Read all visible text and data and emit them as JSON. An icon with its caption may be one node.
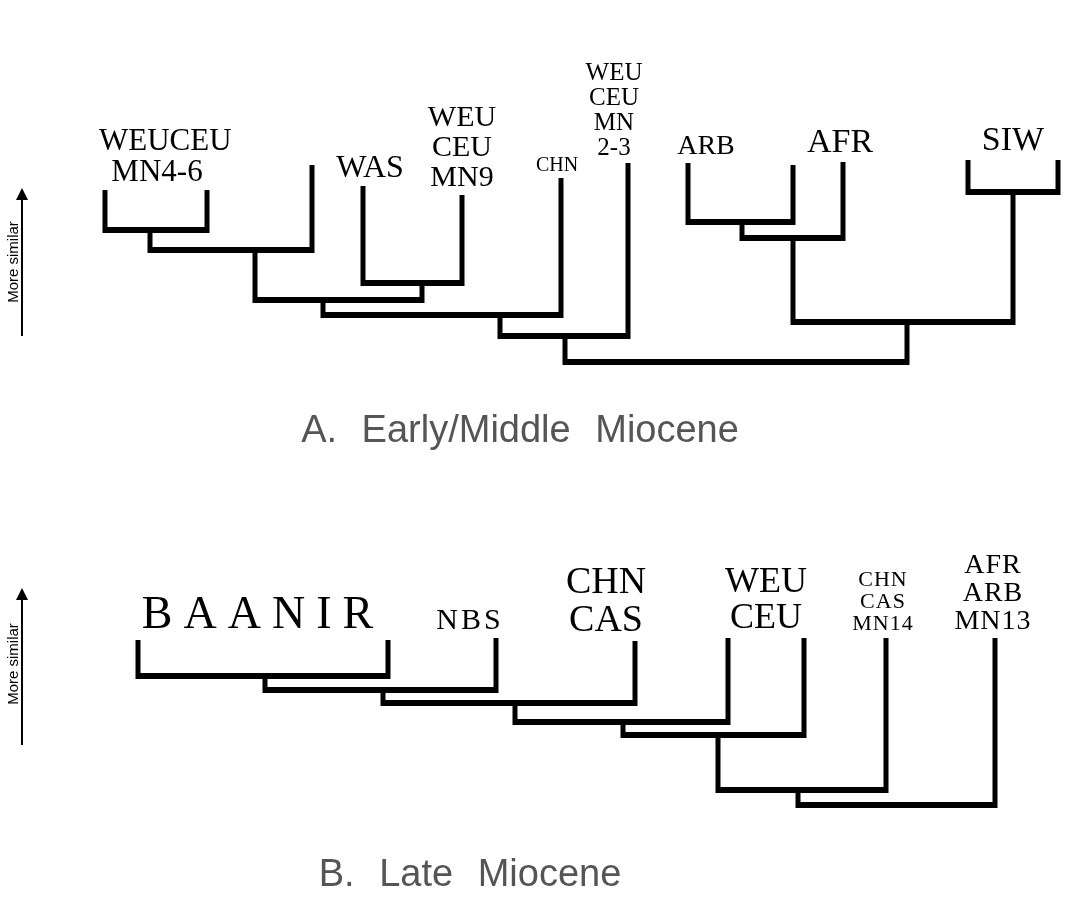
{
  "diagram": {
    "nodes": [
      {
        "text": [
          "WEUCEU MN4-6"
        ]
      },
      {
        "text": [
          "WAS"
        ]
      },
      {
        "text": [
          "WEU CEU MN9"
        ]
      },
      {
        "text": [
          "CHN"
        ]
      },
      {
        "text": [
          "WEU CEU MN 2-3"
        ]
      },
      {
        "text": [
          "ARB"
        ]
      },
      {
        "text": [
          "AFR"
        ]
      },
      {
        "text": [
          "SIW"
        ]
      },
      {
        "text": [],
        "shape": "bar"
      },
      {
        "text": [],
        "shape": "bar"
      },
      {
        "text": [],
        "shape": "bar"
      },
      {
        "text": [],
        "shape": "bar"
      },
      {
        "text": [],
        "shape": "bar"
      },
      {
        "text": [],
        "shape": "bar"
      },
      {
        "text": [],
        "shape": "bar"
      },
      {
        "text": [],
        "shape": "bar"
      },
      {
        "text": [],
        "shape": "bar"
      },
      {
        "text": [],
        "shape": "bar"
      },
      {
        "text": [],
        "shape": "bar"
      },
      {
        "text": [
          "BAANIR"
        ]
      },
      {
        "text": [
          "NBS"
        ]
      },
      {
        "text": [
          "CHN CAS"
        ]
      },
      {
        "text": [
          "WEU CEU"
        ]
      },
      {
        "text": [
          "CHN CAS MN14"
        ]
      },
      {
        "text": [
          "AFR ARB MN13"
        ]
      },
      {
        "text": [],
        "shape": "bar"
      },
      {
        "text": [],
        "shape": "bar"
      },
      {
        "text": [],
        "shape": "bar"
      },
      {
        "text": [],
        "shape": "bar"
      },
      {
        "text": [],
        "shape": "bar"
      },
      {
        "text": [],
        "shape": "bar"
      },
      {
        "text": [],
        "shape": "bar"
      }
    ],
    "edges": [
      {
        "from": 0,
        "to": 8,
        "arrow": "none"
      },
      {
        "from": 0,
        "to": 8,
        "arrow": "none"
      },
      {
        "from": 8,
        "to": 9,
        "arrow": "none"
      },
      {
        "from": 1,
        "to": 10,
        "arrow": "none"
      },
      {
        "from": 2,
        "to": 10,
        "arrow": "none"
      },
      {
        "from": 9,
        "to": 11,
        "arrow": "none"
      },
      {
        "from": 10,
        "to": 11,
        "arrow": "none"
      },
      {
        "from": 11,
        "to": 12,
        "arrow": "none"
      },
      {
        "from": 3,
        "to": 12,
        "arrow": "none"
      },
      {
        "from": 12,
        "to": 13,
        "arrow": "none"
      },
      {
        "from": 4,
        "to": 13,
        "arrow": "none"
      },
      {
        "from": 5,
        "to": 14,
        "arrow": "none"
      },
      {
        "from": 14,
        "to": 15,
        "arrow": "none"
      },
      {
        "from": 6,
        "to": 15,
        "arrow": "none"
      },
      {
        "from": 7,
        "to": 16,
        "arrow": "none"
      },
      {
        "from": 7,
        "to": 16,
        "arrow": "none"
      },
      {
        "from": 15,
        "to": 17,
        "arrow": "none"
      },
      {
        "from": 16,
        "to": 17,
        "arrow": "none"
      },
      {
        "from": 13,
        "to": 18,
        "arrow": "none"
      },
      {
        "from": 17,
        "to": 18,
        "arrow": "none"
      },
      {
        "from": 19,
        "to": 25,
        "arrow": "none"
      },
      {
        "from": 19,
        "to": 25,
        "arrow": "none"
      },
      {
        "from": 25,
        "to": 26,
        "arrow": "none"
      },
      {
        "from": 20,
        "to": 26,
        "arrow": "none"
      },
      {
        "from": 26,
        "to": 27,
        "arrow": "none"
      },
      {
        "from": 21,
        "to": 27,
        "arrow": "none"
      },
      {
        "from": 27,
        "to": 28,
        "arrow": "none"
      },
      {
        "from": 22,
        "to": 28,
        "arrow": "none"
      },
      {
        "from": 28,
        "to": 29,
        "arrow": "none"
      },
      {
        "from": 22,
        "to": 29,
        "arrow": "none"
      },
      {
        "from": 29,
        "to": 30,
        "arrow": "none"
      },
      {
        "from": 23,
        "to": 30,
        "arrow": "none"
      },
      {
        "from": 30,
        "to": 31,
        "arrow": "none"
      },
      {
        "from": 24,
        "to": 31,
        "arrow": "none"
      }
    ],
    "labels": [
      "More similar",
      "A. Early/Middle Miocene",
      "More similar",
      "B. Late Miocene"
    ]
  }
}
